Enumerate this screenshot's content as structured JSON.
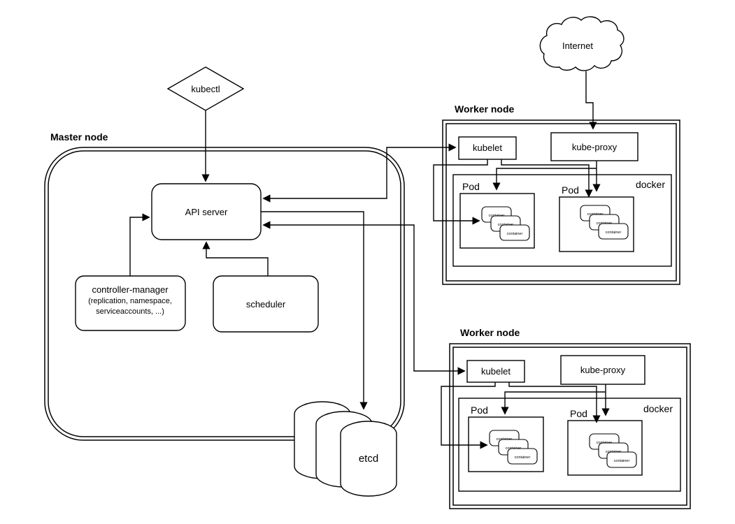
{
  "colors": {
    "stroke": "#000000",
    "background": "#ffffff",
    "text": "#000000"
  },
  "kubectl_label": "kubectl",
  "internet_label": "Internet",
  "master": {
    "title": "Master node",
    "api_server": "API server",
    "controller_manager_line1": "controller-manager",
    "controller_manager_line2": "(replication, namespace,",
    "controller_manager_line3": "serviceaccounts, ...)",
    "scheduler": "scheduler",
    "etcd": "etcd"
  },
  "workers": [
    {
      "title": "Worker node",
      "kubelet": "kubelet",
      "kube_proxy": "kube-proxy",
      "docker": "docker",
      "pod1": "Pod",
      "pod2": "Pod",
      "container": "container"
    },
    {
      "title": "Worker node",
      "kubelet": "kubelet",
      "kube_proxy": "kube-proxy",
      "docker": "docker",
      "pod1": "Pod",
      "pod2": "Pod",
      "container": "container"
    }
  ]
}
